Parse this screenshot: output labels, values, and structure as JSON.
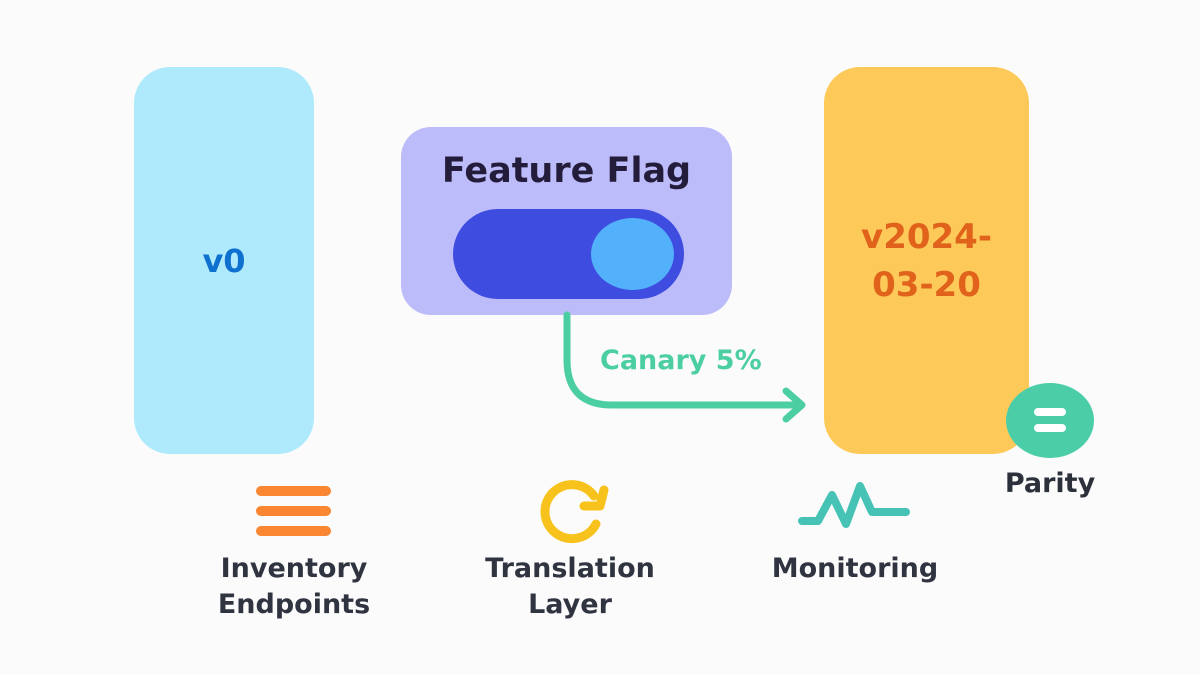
{
  "legacy_version": {
    "label": "v0",
    "color": "#aeeafc",
    "text_color": "#0f71cf"
  },
  "new_version": {
    "label": "v2024-03-20",
    "line1": "v2024-",
    "line2": "03-20",
    "color": "#fdca5a",
    "text_color": "#e0621b"
  },
  "feature_flag": {
    "title": "Feature Flag",
    "toggle_state": "on"
  },
  "canary": {
    "label": "Canary 5%",
    "color": "#4ccea3"
  },
  "parity": {
    "label": "Parity",
    "icon": "equals-icon"
  },
  "legend": [
    {
      "icon": "list-icon",
      "line1": "Inventory",
      "line2": "Endpoints",
      "color": "#fb8632"
    },
    {
      "icon": "refresh-icon",
      "line1": "Translation",
      "line2": "Layer",
      "color": "#f8c21c"
    },
    {
      "icon": "pulse-icon",
      "line1": "Monitoring",
      "line2": "",
      "color": "#47c3b6"
    }
  ]
}
